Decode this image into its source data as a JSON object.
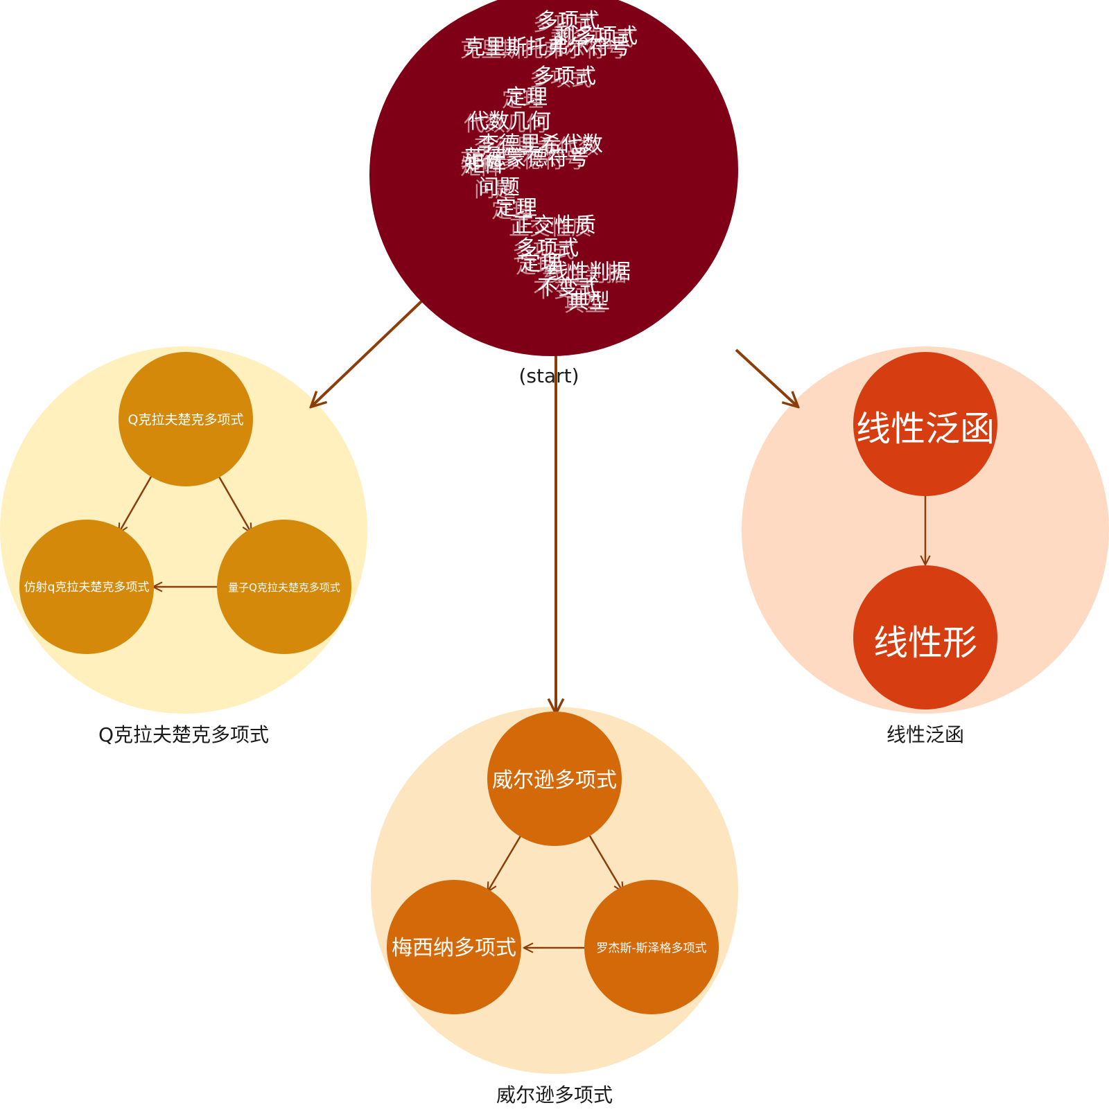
{
  "start": {
    "caption": "(start)",
    "scatter_text": [
      "多项式",
      "剩多项式",
      "克里斯托弗尔符号",
      "多项式",
      "定理",
      "代数几何",
      "李德里希代数",
      "范德蒙德符号",
      "矩阵",
      "问题",
      "定理",
      "正交性质",
      "多项式",
      "定理",
      "线性判据",
      "不变式",
      "典型"
    ]
  },
  "groups": [
    {
      "label": "Q克拉夫楚克多项式",
      "nodes": [
        "Q克拉夫楚克多项式",
        "仿射q克拉夫楚克多项式",
        "量子Q克拉夫楚克多项式"
      ]
    },
    {
      "label": "威尔逊多项式",
      "nodes": [
        "威尔逊多项式",
        "梅西纳多项式",
        "罗杰斯-斯泽格多项式"
      ]
    },
    {
      "label": "线性泛函",
      "nodes": [
        "线性泛函",
        "线性形"
      ]
    }
  ],
  "colors": {
    "start_fill": "#7f0016",
    "edge": "#8b3d0a",
    "group1_bg": "#fff0bd",
    "group1_node": "#d4890a",
    "group2_bg": "#fde6bf",
    "group2_node": "#d4690a",
    "group3_bg": "#fedac3",
    "group3_node": "#d63d10"
  }
}
